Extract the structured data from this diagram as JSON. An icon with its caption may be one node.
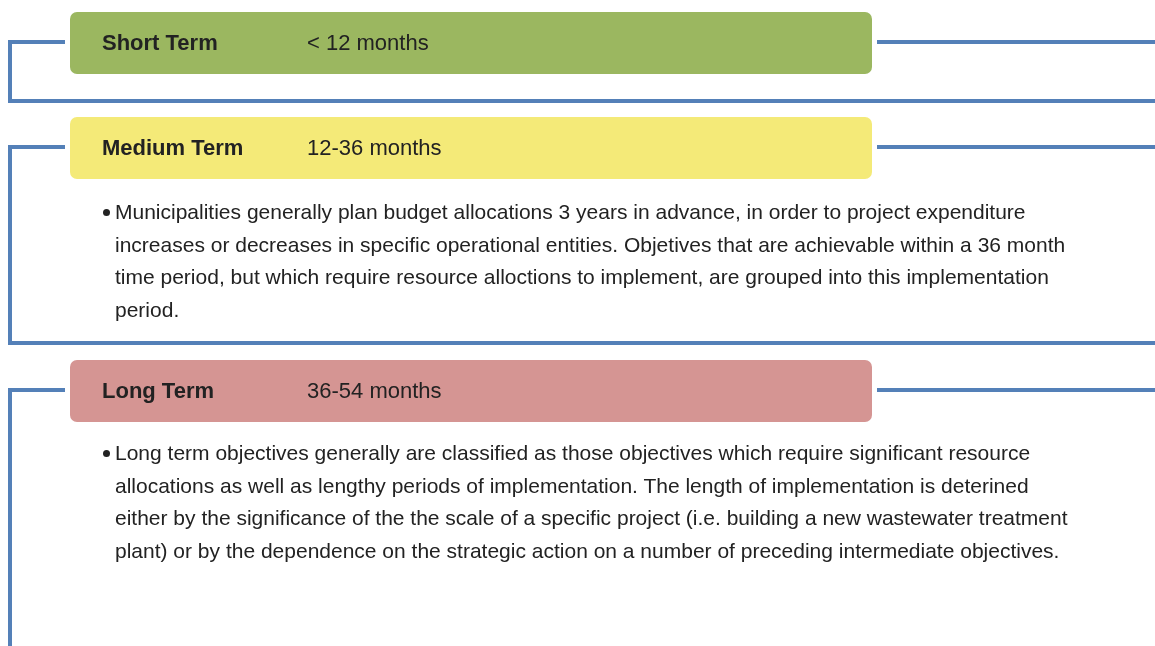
{
  "diagram": {
    "nodes": [
      {
        "text": [
          "Short Term",
          "< 12 months"
        ]
      },
      {
        "text": [
          "Medium Term",
          "12-36 months"
        ],
        "beside": [
          "Municipalities generally plan budget allocations 3 years in advance, in order to project expenditure increases or decreases in specific operational entities. Objetives that are achievable within a 36 month time period, but which require resource alloctions to implement, are grouped into this implementation period."
        ]
      },
      {
        "text": [
          "Long Term",
          "36-54 months"
        ],
        "beside": [
          "Long term objectives generally are classified as those objectives which require significant resource allocations as well as lengthy periods of implementation. The length of implementation is deterined either by the significance of the the scale of a specific project (i.e. building a new wastewater treatment plant) or by the dependence on the strategic action on a number of preceding intermediate objectives."
        ]
      }
    ]
  }
}
